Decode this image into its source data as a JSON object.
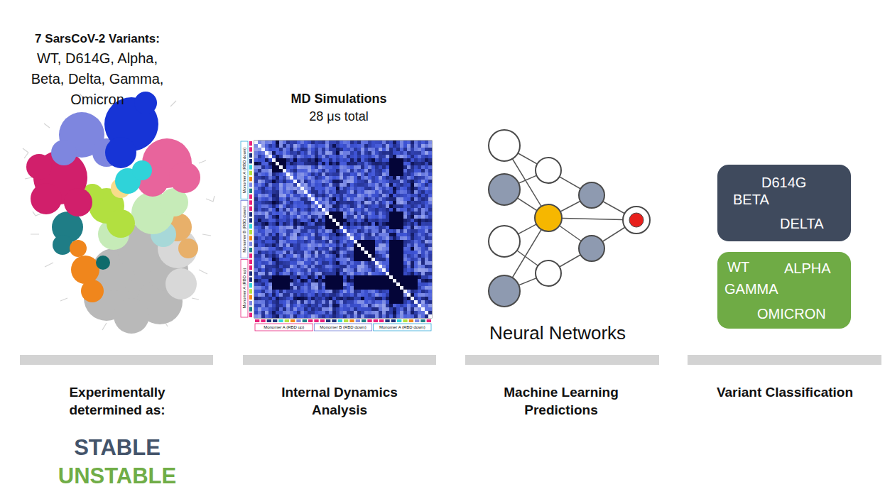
{
  "diagram": {
    "nodes": [
      {
        "text": [
          "D614G",
          "BETA",
          "DELTA"
        ]
      },
      {
        "text": [
          "WT",
          "ALPHA",
          "GAMMA",
          "OMICRON"
        ]
      }
    ],
    "labels": [
      "7 SarsCoV-2 Variants:",
      "WT, D614G, Alpha, Beta, Delta, Gamma, Omicron",
      "MD Simulations",
      "28 μs total",
      "Monomer A (RBD down)",
      "Monomer B (RBD down)",
      "Monomer A (RBD up)",
      "Monomer A (RBD up)",
      "Monomer B (RBD down)",
      "Monomer A (RBD down)",
      "Neural Networks",
      "Experimentally determined as:",
      "STABLE",
      "UNSTABLE",
      "Internal Dynamics Analysis",
      "Machine Learning Predictions",
      "Variant Classification"
    ]
  }
}
